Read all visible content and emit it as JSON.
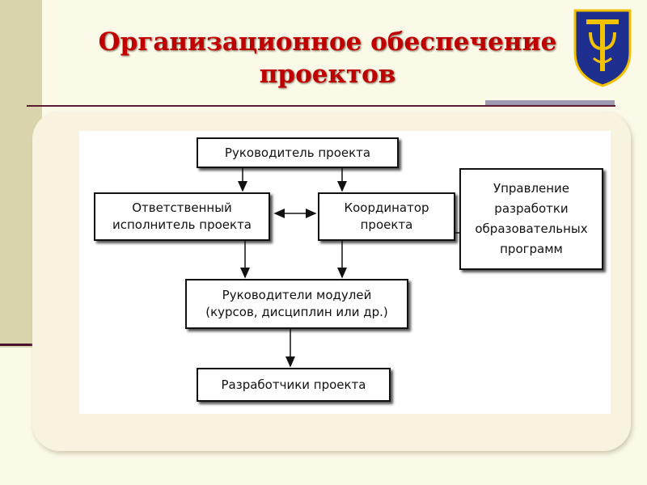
{
  "slide": {
    "title_line1": "Организационное обеспечение",
    "title_line2": "проектов"
  },
  "diagram": {
    "project_manager": "Руководитель проекта",
    "responsible_executor": [
      "Ответственный",
      "исполнитель проекта"
    ],
    "coordinator": [
      "Координатор",
      "проекта"
    ],
    "department": [
      "Управление",
      "разработки",
      "образовательных",
      "программ"
    ],
    "module_leaders": [
      "Руководители модулей",
      "(курсов, дисциплин или др.)"
    ],
    "developers": "Разработчики проекта"
  },
  "colors": {
    "title": "#c00000",
    "accent_band": "#d9d4ac",
    "rule": "#5a1b33",
    "logo_blue": "#1f2f8f",
    "logo_gold": "#f2c200"
  }
}
